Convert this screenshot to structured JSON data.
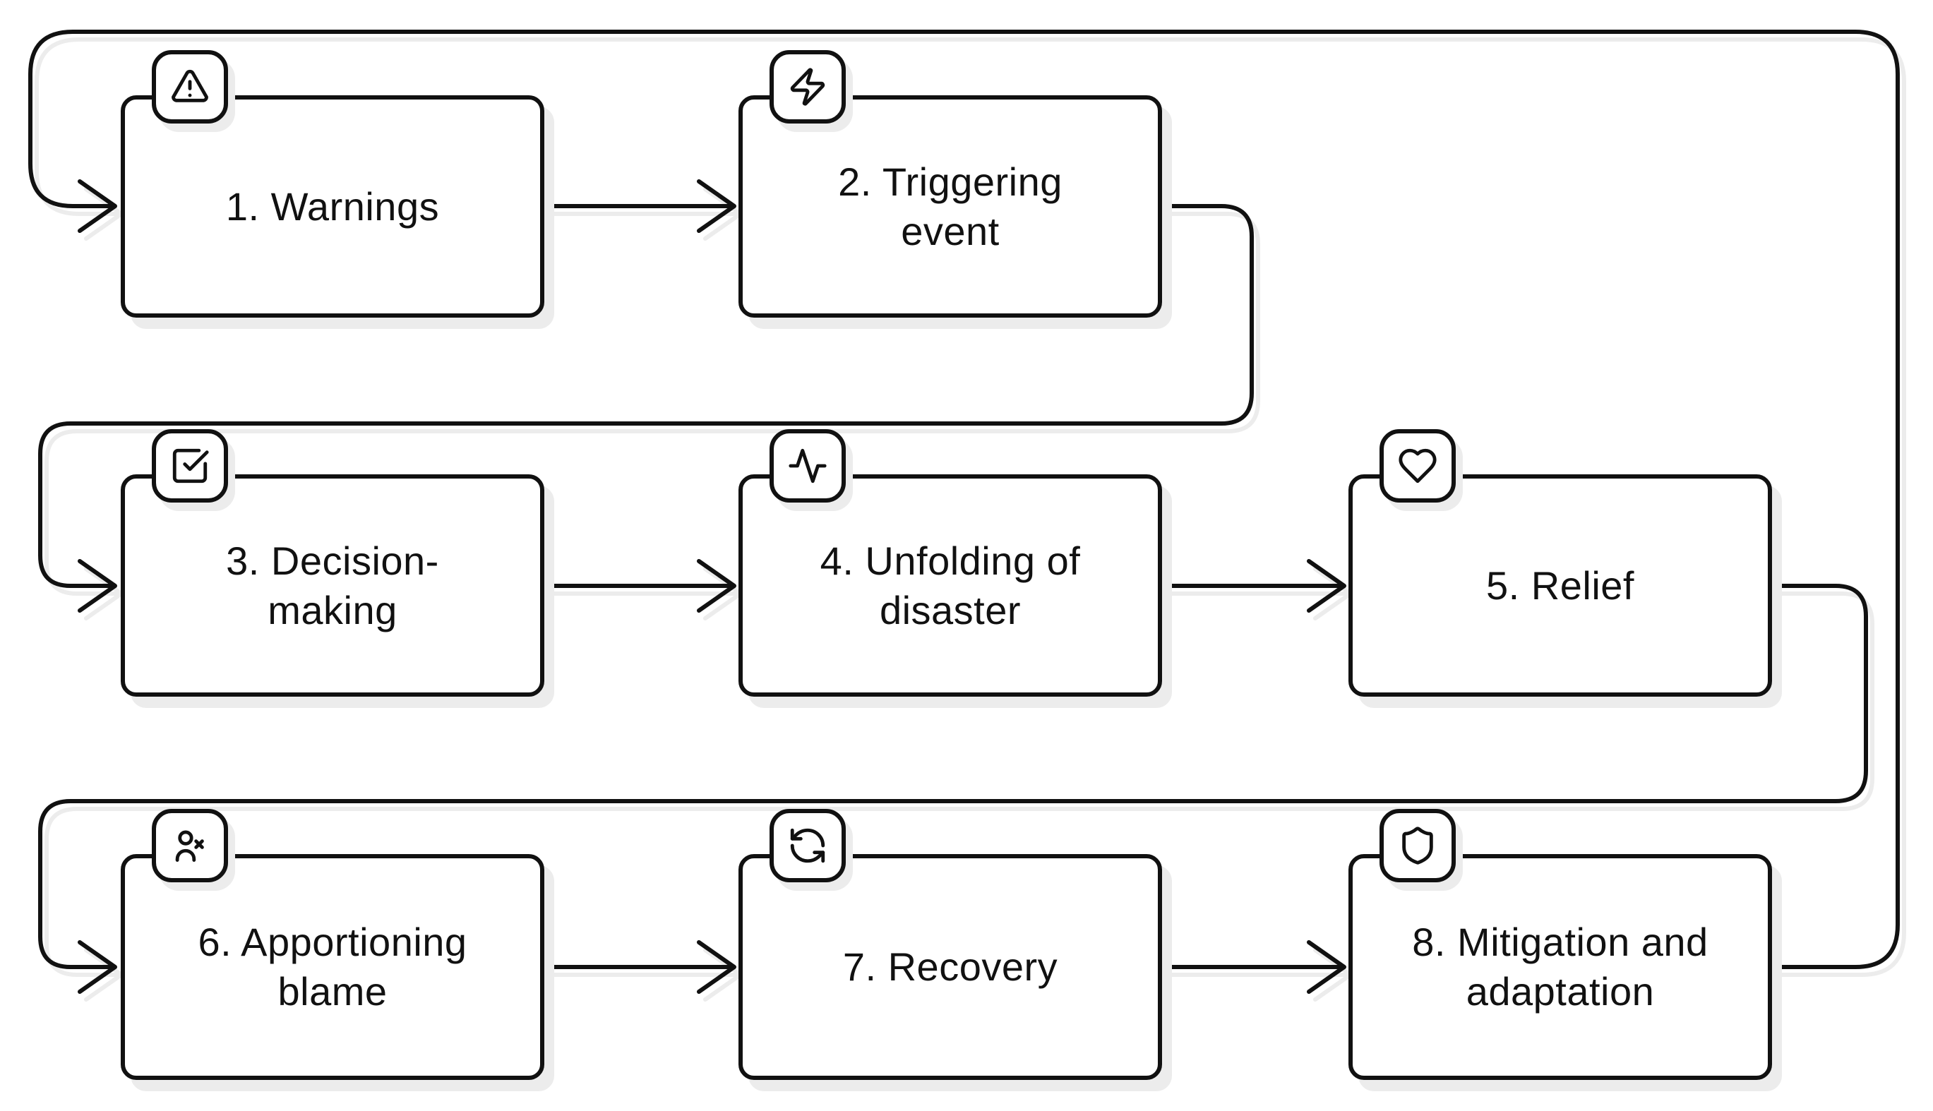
{
  "diagram_type": "flowchart",
  "boxes": [
    {
      "id": 1,
      "label": "1. Warnings",
      "icon": "warning-icon"
    },
    {
      "id": 2,
      "label": "2. Triggering\nevent",
      "icon": "zap-icon"
    },
    {
      "id": 3,
      "label": "3. Decision-\nmaking",
      "icon": "checkbox-icon"
    },
    {
      "id": 4,
      "label": "4. Unfolding of\ndisaster",
      "icon": "activity-icon"
    },
    {
      "id": 5,
      "label": "5. Relief",
      "icon": "heart-icon"
    },
    {
      "id": 6,
      "label": "6. Apportioning\nblame",
      "icon": "user-x-icon"
    },
    {
      "id": 7,
      "label": "7. Recovery",
      "icon": "refresh-icon"
    },
    {
      "id": 8,
      "label": "8. Mitigation and\nadaptation",
      "icon": "shield-icon"
    }
  ],
  "edges": [
    {
      "from": 1,
      "to": 2
    },
    {
      "from": 2,
      "to": 3
    },
    {
      "from": 3,
      "to": 4
    },
    {
      "from": 4,
      "to": 5
    },
    {
      "from": 5,
      "to": 6
    },
    {
      "from": 6,
      "to": 7
    },
    {
      "from": 7,
      "to": 8
    },
    {
      "from": 8,
      "to": 1
    }
  ],
  "colors": {
    "stroke": "#111111",
    "background": "#ffffff",
    "shadow": "#ececec"
  }
}
